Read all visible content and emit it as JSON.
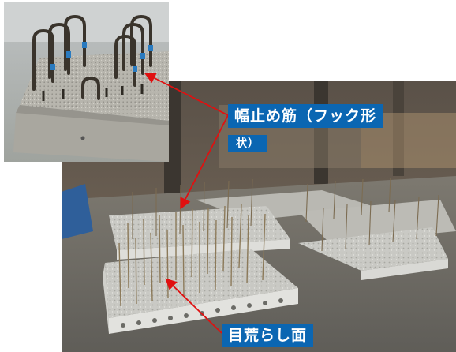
{
  "labels": {
    "hook_bar": "幅止め筋（フック形",
    "hook_bar_cont": "状）",
    "rough_surface": "目荒らし面"
  },
  "colors": {
    "label_background": "#0b66b2",
    "label_text": "#ffffff",
    "arrow": "#e01010"
  }
}
